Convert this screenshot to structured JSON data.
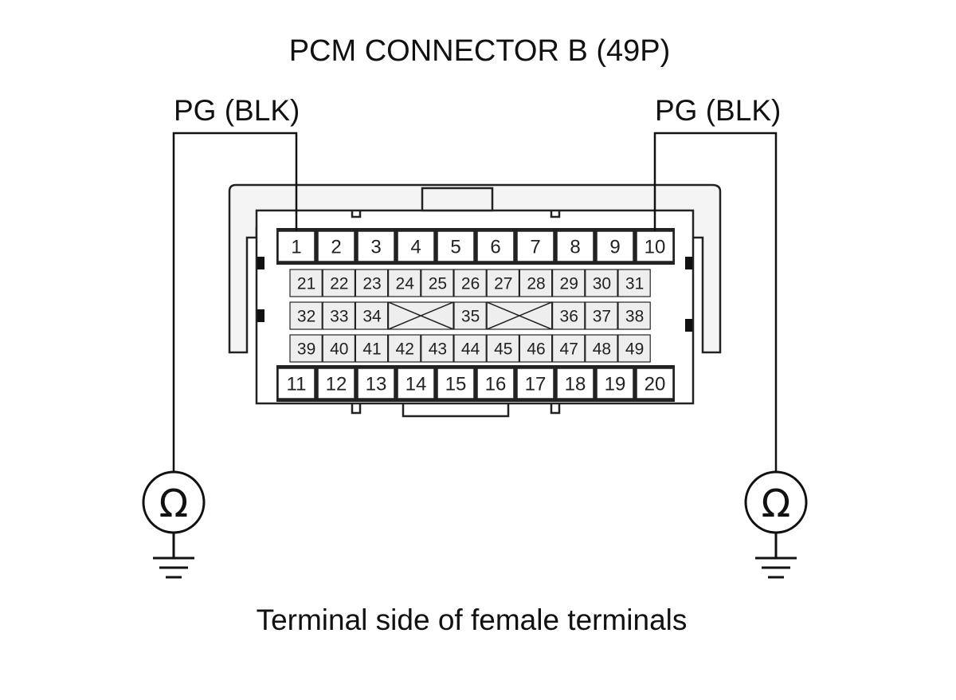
{
  "title": "PCM CONNECTOR B (49P)",
  "probe_left_label": "PG (BLK)",
  "probe_right_label": "PG (BLK)",
  "caption": "Terminal side of female terminals",
  "meter_symbol": "Ω",
  "connector": {
    "top_row": [
      "1",
      "2",
      "3",
      "4",
      "5",
      "6",
      "7",
      "8",
      "9",
      "10"
    ],
    "mid_row_1": [
      "21",
      "22",
      "23",
      "24",
      "25",
      "26",
      "27",
      "28",
      "29",
      "30",
      "31"
    ],
    "mid_row_2": [
      "32",
      "33",
      "34",
      "35",
      "36",
      "37",
      "38"
    ],
    "mid_row_3": [
      "39",
      "40",
      "41",
      "42",
      "43",
      "44",
      "45",
      "46",
      "47",
      "48",
      "49"
    ],
    "bottom_row": [
      "11",
      "12",
      "13",
      "14",
      "15",
      "16",
      "17",
      "18",
      "19",
      "20"
    ]
  },
  "probe_left_terminal": "1",
  "probe_right_terminal": "10"
}
